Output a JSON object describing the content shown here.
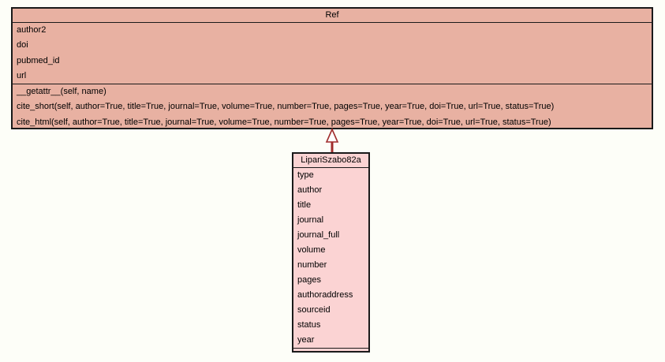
{
  "diagram_type": "uml-class-diagram",
  "colors": {
    "background": "#FDFEF8",
    "ref_fill": "#E8B1A2",
    "sub_fill": "#FBD3D3",
    "border": "#1a1a1a",
    "arrow": "#A02C2C"
  },
  "ref_class": {
    "title": "Ref",
    "attributes": [
      "author2",
      "doi",
      "pubmed_id",
      "url"
    ],
    "methods": [
      "__getattr__(self, name)",
      "cite_short(self, author=True, title=True, journal=True, volume=True, number=True, pages=True, year=True, doi=True, url=True, status=True)",
      "cite_html(self, author=True, title=True, journal=True, volume=True, number=True, pages=True, year=True, doi=True, url=True, status=True)"
    ]
  },
  "subclass": {
    "title": "LipariSzabo82a",
    "attributes": [
      "type",
      "author",
      "title",
      "journal",
      "journal_full",
      "volume",
      "number",
      "pages",
      "authoraddress",
      "sourceid",
      "status",
      "year"
    ],
    "methods": []
  },
  "relationship": {
    "type": "inheritance",
    "from": "LipariSzabo82a",
    "to": "Ref"
  }
}
